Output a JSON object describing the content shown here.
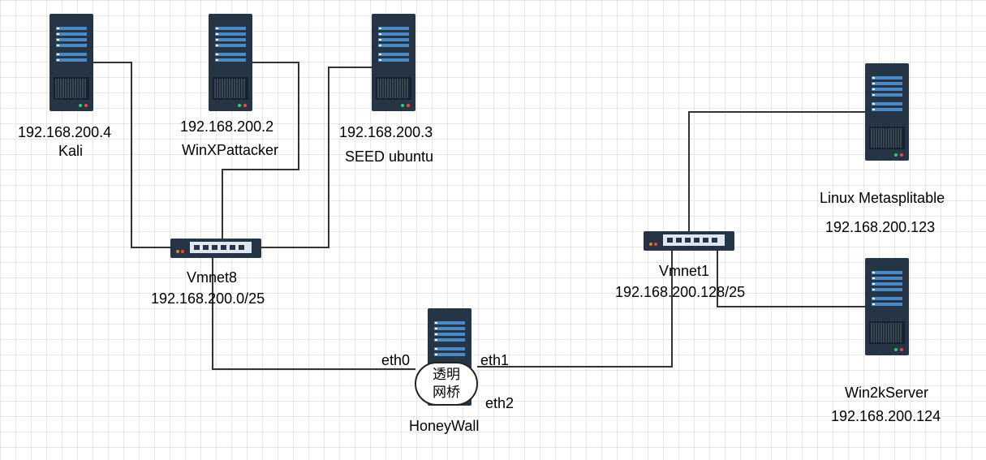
{
  "colors": {
    "server_body": "#253545",
    "server_slot": "#4a8ac6",
    "switch_body": "#253545",
    "switch_panel": "#dde7f0",
    "line": "#333333",
    "led_green": "#2ecc71",
    "led_red": "#e74c3c",
    "led_orange": "#e67e22"
  },
  "icons": {
    "server": "server-icon",
    "switch": "network-switch-icon"
  },
  "nodes": {
    "kali": {
      "ip": "192.168.200.4",
      "name": "Kali"
    },
    "winxp": {
      "ip": "192.168.200.2",
      "name": "WinXPattacker"
    },
    "seed": {
      "ip": "192.168.200.3",
      "name": "SEED ubuntu"
    },
    "metasploitable": {
      "name": "Linux Metasplitable",
      "ip": "192.168.200.123"
    },
    "win2k": {
      "name": "Win2kServer",
      "ip": "192.168.200.124"
    },
    "honeywall": {
      "name": "HoneyWall",
      "bridge_line1": "透明",
      "bridge_line2": "网桥"
    }
  },
  "switches": {
    "vmnet8": {
      "name": "Vmnet8",
      "subnet": "192.168.200.0/25"
    },
    "vmnet1": {
      "name": "Vmnet1",
      "subnet": "192.168.200.128/25"
    }
  },
  "interfaces": {
    "eth0": "eth0",
    "eth1": "eth1",
    "eth2": "eth2"
  }
}
